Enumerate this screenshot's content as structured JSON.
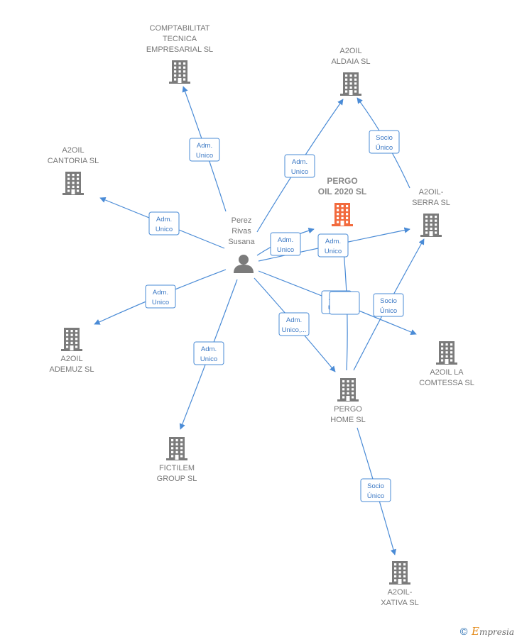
{
  "colors": {
    "edge": "#4a8bd6",
    "company": "#7b7b7b",
    "highlight": "#f26a3d",
    "person": "#7b7b7b"
  },
  "nodes": [
    {
      "id": "person",
      "type": "person",
      "icon": "person-icon",
      "lines": [
        "Perez",
        "Rivas",
        "Susana"
      ]
    },
    {
      "id": "comptabilitat",
      "type": "company",
      "icon": "building-icon",
      "lines": [
        "COMPTABILITAT",
        "TECNICA",
        "EMPRESARIAL SL"
      ]
    },
    {
      "id": "aldaia",
      "type": "company",
      "icon": "building-icon",
      "lines": [
        "A2OIL",
        "ALDAIA  SL"
      ]
    },
    {
      "id": "cantoria",
      "type": "company",
      "icon": "building-icon",
      "lines": [
        "A2OIL",
        "CANTORIA  SL"
      ]
    },
    {
      "id": "pergo_oil",
      "type": "company",
      "icon": "building-icon",
      "highlight": true,
      "lines": [
        "PERGO",
        "OIL 2020  SL"
      ]
    },
    {
      "id": "serra",
      "type": "company",
      "icon": "building-icon",
      "lines": [
        "A2OIL-",
        "SERRA  SL"
      ]
    },
    {
      "id": "ademuz",
      "type": "company",
      "icon": "building-icon",
      "lines": [
        "A2OIL",
        "ADEMUZ  SL"
      ]
    },
    {
      "id": "comtessa",
      "type": "company",
      "icon": "building-icon",
      "lines": [
        "A2OIL LA",
        "COMTESSA  SL"
      ]
    },
    {
      "id": "pergo_home",
      "type": "company",
      "icon": "building-icon",
      "lines": [
        "PERGO",
        "HOME  SL"
      ]
    },
    {
      "id": "fictilem",
      "type": "company",
      "icon": "building-icon",
      "lines": [
        "FICTILEM",
        "GROUP  SL"
      ]
    },
    {
      "id": "xativa",
      "type": "company",
      "icon": "building-icon",
      "lines": [
        "A2OIL-",
        "XATIVA  SL"
      ]
    }
  ],
  "edges": [
    {
      "from": "person",
      "to": "comptabilitat",
      "lines": [
        "Adm.",
        "Unico"
      ]
    },
    {
      "from": "person",
      "to": "aldaia",
      "lines": [
        "Adm.",
        "Unico"
      ]
    },
    {
      "from": "person",
      "to": "cantoria",
      "lines": [
        "Adm.",
        "Unico"
      ]
    },
    {
      "from": "person",
      "to": "pergo_oil",
      "lines": [
        "Adm.",
        "Unico"
      ]
    },
    {
      "from": "person",
      "to": "serra",
      "lines": [
        "Adm.",
        "Unico"
      ]
    },
    {
      "from": "person",
      "to": "ademuz",
      "lines": [
        "Adm.",
        "Unico"
      ]
    },
    {
      "from": "person",
      "to": "comtessa",
      "lines": [
        "Adm.",
        "Unico"
      ]
    },
    {
      "from": "person",
      "to": "pergo_home",
      "lines": [
        "Adm.",
        "Unico,..."
      ]
    },
    {
      "from": "person",
      "to": "fictilem",
      "lines": [
        "Adm.",
        "Unico"
      ]
    },
    {
      "from": "serra",
      "to": "aldaia",
      "lines": [
        "Socio",
        "Único"
      ]
    },
    {
      "from": "pergo_home",
      "to": "serra",
      "lines": [
        "Socio",
        "Único"
      ]
    },
    {
      "from": "pergo_home",
      "to": "pergo_oil",
      "lines": [
        "",
        ""
      ]
    },
    {
      "from": "pergo_home",
      "to": "xativa",
      "lines": [
        "Socio",
        "Único"
      ]
    }
  ],
  "watermark": {
    "symbol": "©",
    "initial": "E",
    "rest": "mpresia"
  }
}
